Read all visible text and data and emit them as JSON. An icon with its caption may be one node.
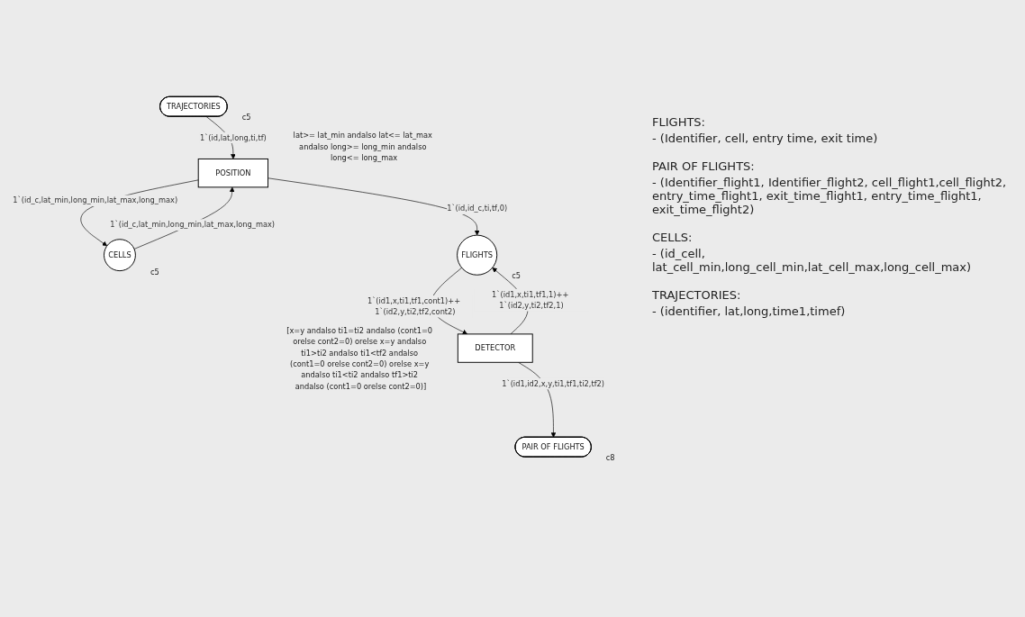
{
  "diagram": {
    "nodes": [
      {
        "text": [
          "TRAJECTORIES"
        ],
        "beside": [
          "c5"
        ]
      },
      {
        "text": [
          "CELLS"
        ],
        "beside": [
          "c5"
        ]
      },
      {
        "text": [
          "POSITION"
        ],
        "beside": [
          "lat>= lat_min andalso lat<= lat_max andalso long>= long_min andalso long<= long_max"
        ]
      },
      {
        "text": [
          "FLIGHTS"
        ],
        "beside": [
          "c5"
        ]
      },
      {
        "text": [
          "DETECTOR"
        ],
        "beside": [
          "[x=y andalso ti1=ti2 andalso (cont1=0 orelse cont2=0) orelse x=y andalso ti1>ti2 andalso ti1<tf2 andalso (cont1=0 orelse cont2=0) orelse x=y andalso ti1<ti2 andalso tf1>ti2 andalso (cont1=0 orelse cont2=0)]"
        ]
      },
      {
        "text": [
          "PAIR OF FLIGHTS"
        ],
        "beside": [
          "c8"
        ]
      }
    ],
    "edges": [
      {
        "from": 0,
        "to": 2,
        "arrow": "to",
        "label": "1`(id,lat,long,ti,tf)"
      },
      {
        "from": 1,
        "to": 2,
        "arrow": "to",
        "label": "1`(id_c,lat_min,long_min,lat_max,long_max)"
      },
      {
        "from": 2,
        "to": 1,
        "arrow": "to",
        "label": "1`(id_c,lat_min,long_min,lat_max,long_max)"
      },
      {
        "from": 2,
        "to": 3,
        "arrow": "to",
        "label": "1`(id,id_c,ti,tf,0)"
      },
      {
        "from": 3,
        "to": 4,
        "arrow": "to",
        "label": "1`(id1,x,ti1,tf1,cont1)++ 1`(id2,y,ti2,tf2,cont2)"
      },
      {
        "from": 4,
        "to": 3,
        "arrow": "to",
        "label": "1`(id1,x,ti1,tf1,1)++ 1`(id2,y,ti2,tf2,1)"
      },
      {
        "from": 4,
        "to": 5,
        "arrow": "to",
        "label": "1`(id1,id2,x,y,ti1,tf1,ti2,tf2)"
      }
    ],
    "labels": [
      "FLIGHTS:",
      "- (Identifier, cell, entry time, exit time)",
      "PAIR OF FLIGHTS:",
      "- (Identifier_flight1, Identifier_flight2, cell_flight1,cell_flight2, entry_time_flight1, exit_time_flight1, entry_time_flight1, exit_time_flight2)",
      "CELLS:",
      "- (id_cell, lat_cell_min,long_cell_min,lat_cell_max,long_cell_max)",
      "TRAJECTORIES:",
      "- (identifier, lat,long,time1,timef)"
    ]
  }
}
